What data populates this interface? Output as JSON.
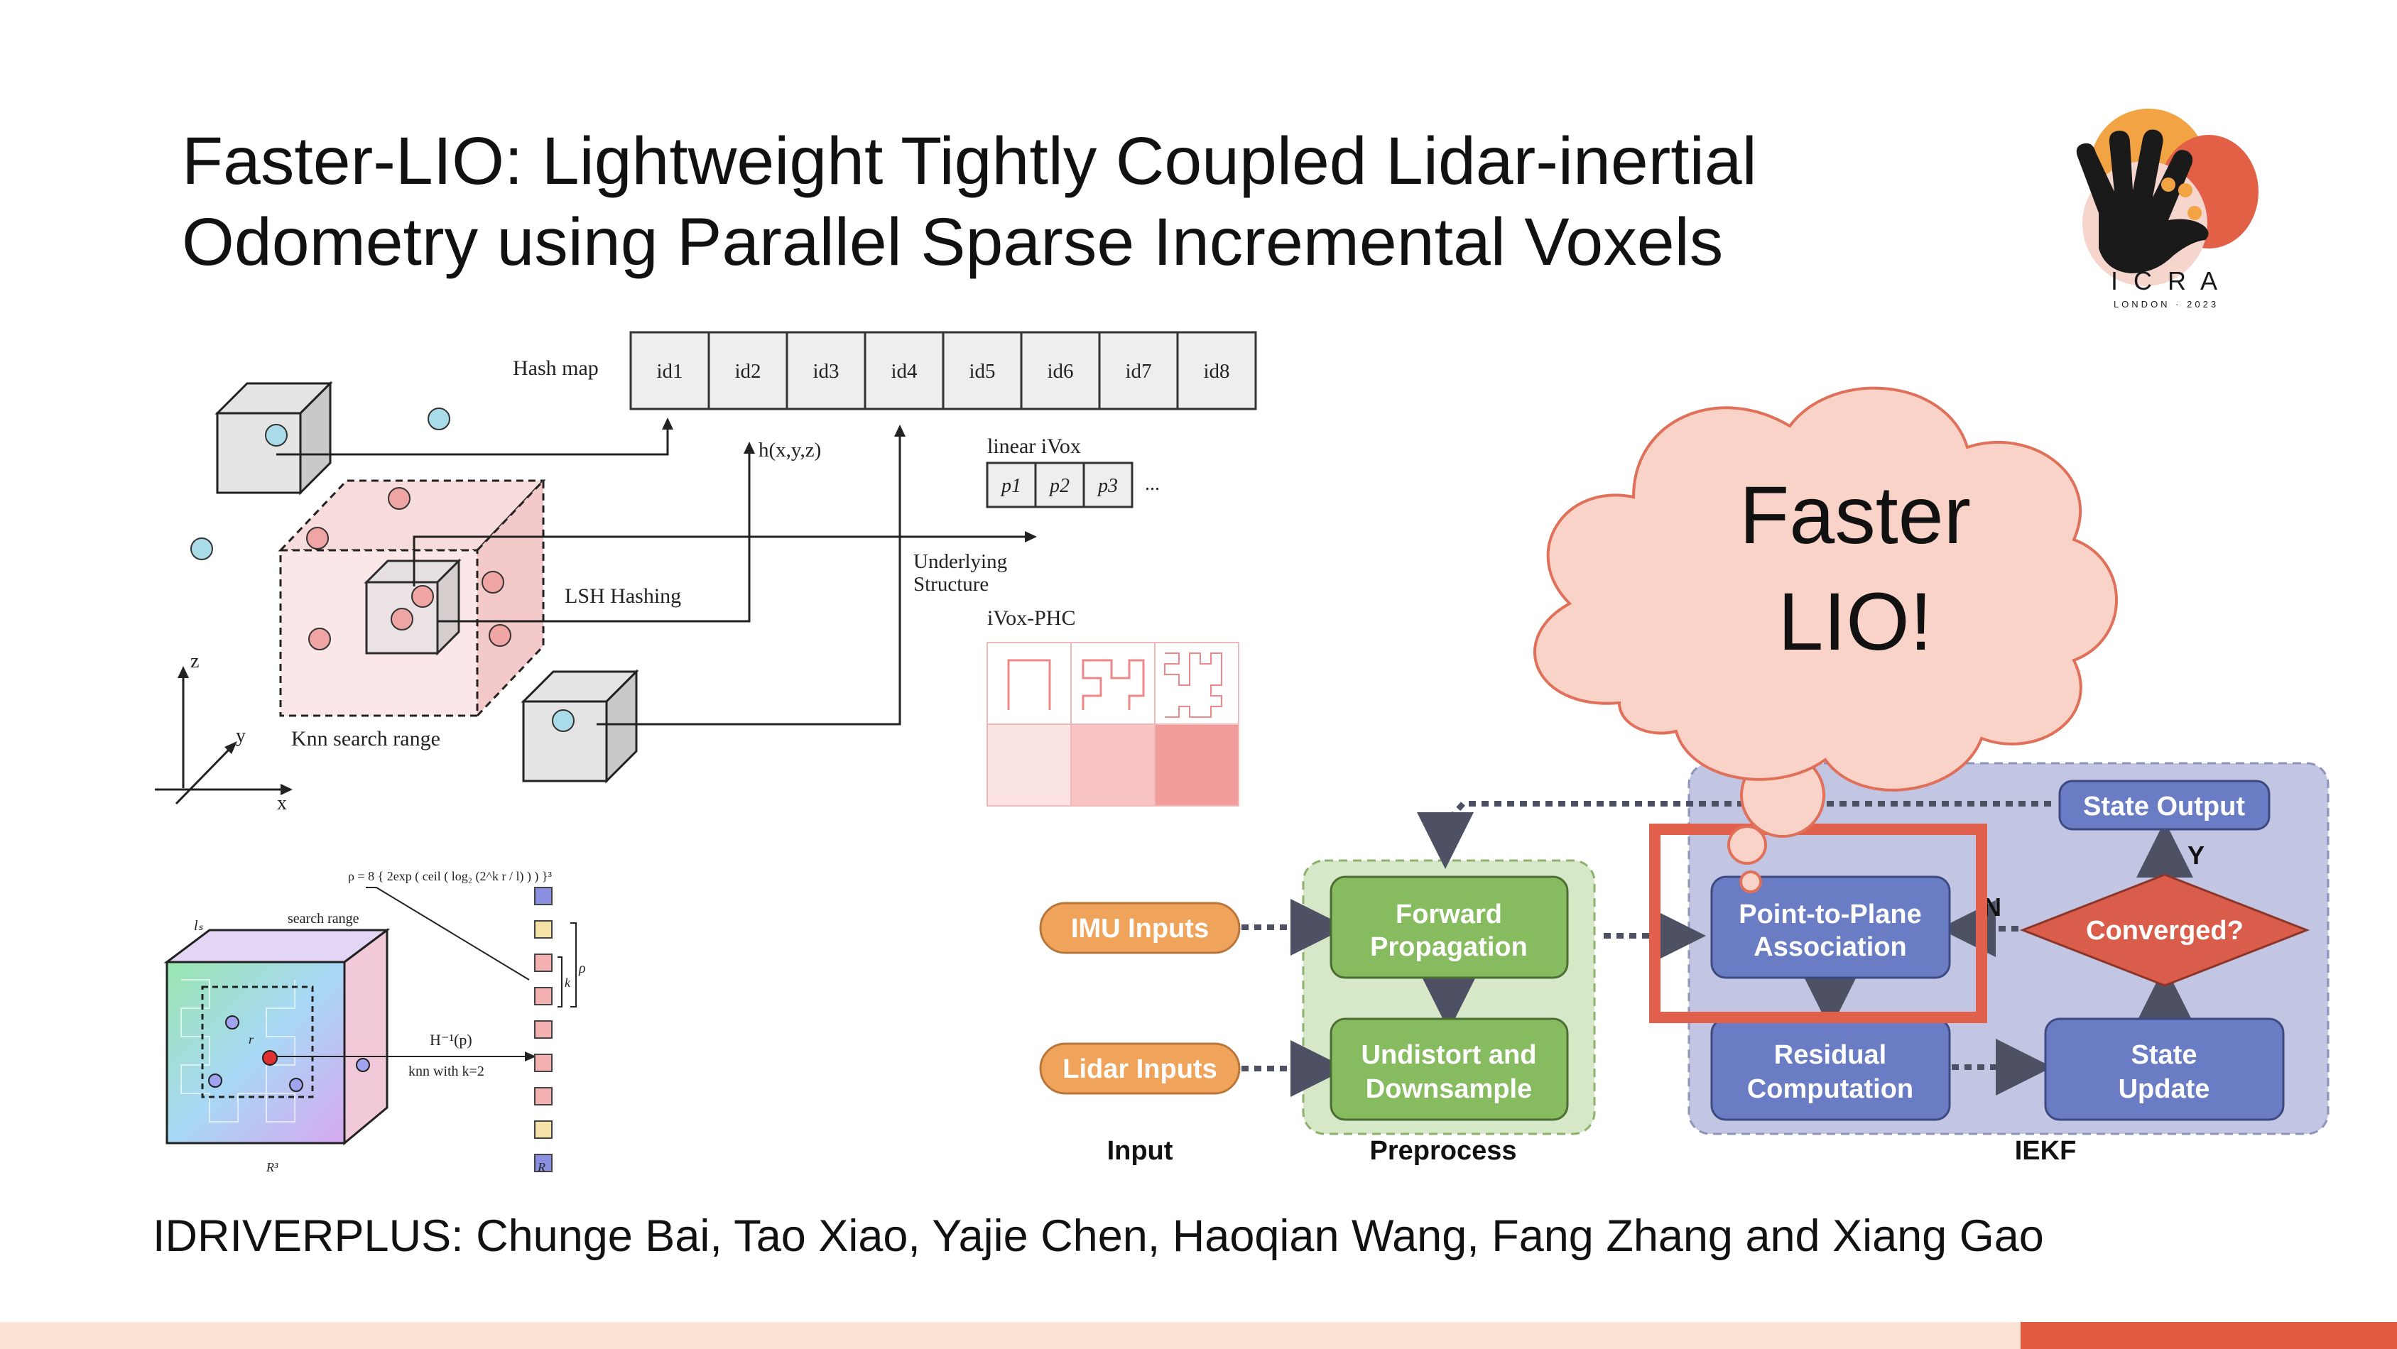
{
  "slide": {
    "title": "Faster-LIO: Lightweight Tightly Coupled Lidar-inertial Odometry using Parallel Sparse Incremental Voxels",
    "authors": "IDRIVERPLUS: Chunge Bai, Tao Xiao, Yajie Chen, Haoqian Wang, Fang Zhang and Xiang Gao"
  },
  "logo": {
    "letters": "I C R A",
    "subtitle": "LONDON · 2023",
    "colors": {
      "orange": "#f2a444",
      "red": "#e26045",
      "peach": "#f6d6cc",
      "black": "#1a1a1a"
    }
  },
  "hash_diagram": {
    "hash_map_label": "Hash map",
    "ids": [
      "id1",
      "id2",
      "id3",
      "id4",
      "id5",
      "id6",
      "id7",
      "id8"
    ],
    "hash_func": "h(x,y,z)",
    "lsh_label": "LSH Hashing",
    "knn_label": "Knn search range",
    "linear_ivox_label": "linear iVox",
    "p_cells": [
      "p1",
      "p2",
      "p3"
    ],
    "ellipsis": "...",
    "underlying_label_1": "Underlying",
    "underlying_label_2": "Structure",
    "ivox_phc_label": "iVox-PHC",
    "axis": {
      "z": "z",
      "y": "y",
      "x": "x"
    }
  },
  "phc_diagram": {
    "formula": "ρ = 8 { 2exp ( ceil ( log₂ (2^k r / l) ) ) }³",
    "search_range": "search range",
    "l_label": "lₛ",
    "r_label": "r",
    "hinv": "H⁻¹(p)",
    "knn_k2": "knn with k=2",
    "k_label": "k",
    "rho_label": "ρ",
    "R3": "R³",
    "R": "R",
    "colors": {
      "blue": "#8a8fe0",
      "yellow": "#f5e2a8",
      "pink": "#f3b1b1"
    }
  },
  "cloud": {
    "line1": "Faster",
    "line2": "LIO!",
    "fill": "#f9d3c7",
    "stroke": "#e0705a"
  },
  "flow": {
    "inputs": [
      "IMU Inputs",
      "Lidar Inputs"
    ],
    "preprocess": [
      "Forward Propagation",
      "Undistort and Downsample"
    ],
    "iekf": {
      "state_output": "State Output",
      "association": "Point-to-Plane Association",
      "converged": "Converged?",
      "residual": "Residual Computation",
      "update": "State Update",
      "yes": "Y",
      "no": "N"
    },
    "group_labels": [
      "Input",
      "Preprocess",
      "IEKF"
    ],
    "colors": {
      "input_fill": "#f0a35a",
      "preprocess_fill": "#87bb5f",
      "preprocess_bg": "#d7e8c8",
      "iekf_bg": "#c2c6e2",
      "iekf_box": "#6a7cc3",
      "decision": "#da5d4c",
      "highlight": "#e0604b"
    }
  }
}
